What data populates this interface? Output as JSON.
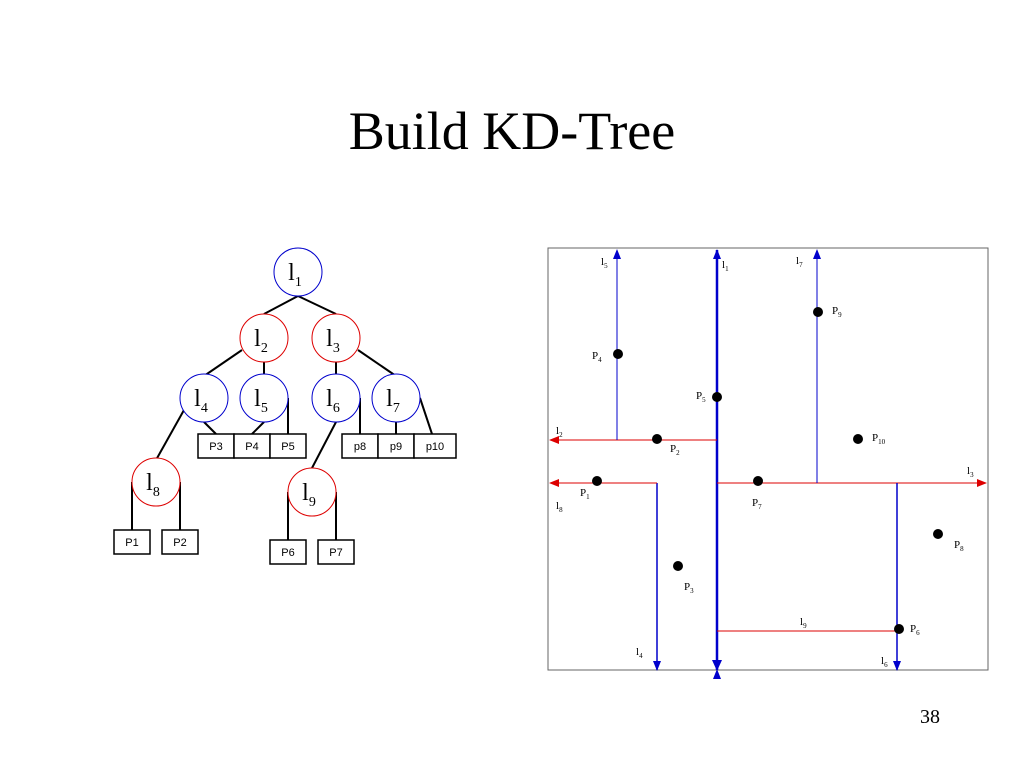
{
  "slide": {
    "title": "Build KD-Tree",
    "page_number": "38"
  },
  "colors": {
    "vertical_split": "#0000cc",
    "horizontal_split": "#dd0000",
    "point": "#000000",
    "edge": "#000000"
  },
  "tree": {
    "nodes": [
      {
        "id": "l1",
        "base": "l",
        "sub": "1",
        "split": "vertical"
      },
      {
        "id": "l2",
        "base": "l",
        "sub": "2",
        "split": "horizontal"
      },
      {
        "id": "l3",
        "base": "l",
        "sub": "3",
        "split": "horizontal"
      },
      {
        "id": "l4",
        "base": "l",
        "sub": "4",
        "split": "vertical"
      },
      {
        "id": "l5",
        "base": "l",
        "sub": "5",
        "split": "vertical"
      },
      {
        "id": "l6",
        "base": "l",
        "sub": "6",
        "split": "vertical"
      },
      {
        "id": "l7",
        "base": "l",
        "sub": "7",
        "split": "vertical"
      },
      {
        "id": "l8",
        "base": "l",
        "sub": "8",
        "split": "horizontal"
      },
      {
        "id": "l9",
        "base": "l",
        "sub": "9",
        "split": "horizontal"
      }
    ],
    "leaves": [
      "P3",
      "P4",
      "P5",
      "p8",
      "p9",
      "p10",
      "P1",
      "P2",
      "P6",
      "P7"
    ]
  },
  "plot": {
    "points": [
      {
        "base": "P",
        "sub": "1"
      },
      {
        "base": "P",
        "sub": "2"
      },
      {
        "base": "P",
        "sub": "3"
      },
      {
        "base": "P",
        "sub": "4"
      },
      {
        "base": "P",
        "sub": "5"
      },
      {
        "base": "P",
        "sub": "6"
      },
      {
        "base": "P",
        "sub": "7"
      },
      {
        "base": "P",
        "sub": "8"
      },
      {
        "base": "P",
        "sub": "9"
      },
      {
        "base": "P",
        "sub": "10"
      }
    ],
    "lines": [
      {
        "base": "l",
        "sub": "1"
      },
      {
        "base": "l",
        "sub": "2"
      },
      {
        "base": "l",
        "sub": "3"
      },
      {
        "base": "l",
        "sub": "4"
      },
      {
        "base": "l",
        "sub": "5"
      },
      {
        "base": "l",
        "sub": "6"
      },
      {
        "base": "l",
        "sub": "7"
      },
      {
        "base": "l",
        "sub": "8"
      },
      {
        "base": "l",
        "sub": "9"
      }
    ]
  }
}
